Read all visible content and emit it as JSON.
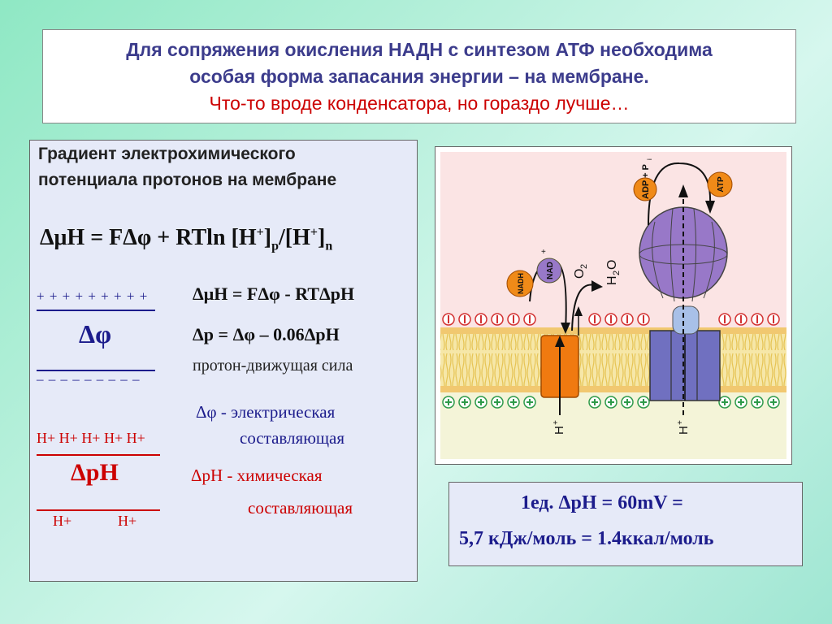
{
  "header": {
    "line1": "Для сопряжения окисления НАДН с синтезом АТФ необходима",
    "line2": "особая форма запасания энергии – на мембране.",
    "line3": "Что-то вроде конденсатора, но гораздо лучше…"
  },
  "left_panel": {
    "heading_line1": "Градиент электрохимического",
    "heading_line2": "потенциала протонов на мембране",
    "main_equation": {
      "part1": "ΔμH = FΔφ + RTln [H",
      "sup1": "+",
      "part2": "]",
      "sub1": "p",
      "part3": "/[H",
      "sup2": "+",
      "part4": "]",
      "sub2": "n"
    },
    "plus_charges": "+ + + + + + + + +",
    "minus_charges": "– – – – – – – – –",
    "delta_phi": "Δφ",
    "eq2": "ΔμH = FΔφ - RTΔpH",
    "eq3": "Δp = Δφ – 0.06ΔpH",
    "proton_force": "протон-движущая сила",
    "phi_desc_line1": "Δφ - электрическая",
    "phi_desc_line2": "составляющая",
    "h_plus_top": [
      "H+",
      "H+",
      "H+",
      "H+",
      "H+"
    ],
    "delta_ph": "ΔpH",
    "h_plus_bottom": [
      "H+",
      "H+"
    ],
    "ph_desc_line1": "ΔpH - химическая",
    "ph_desc_line2": "составляющая"
  },
  "diagram": {
    "labels": {
      "nadh": "NADH",
      "nad": "NAD",
      "o2": "O",
      "o2_sub": "2",
      "h2o": "H",
      "h2o_sub": "2",
      "h2o_o": "O",
      "adp": "ADP + P",
      "adp_sub": "i",
      "atp": "ATP",
      "h_plus_left": "H",
      "h_plus_right": "H",
      "plus_sign": "+"
    },
    "colors": {
      "top_bg": "#fbe4e4",
      "bottom_bg": "#f4f4d8",
      "membrane": "#f1d784",
      "complex_orange": "#f07a10",
      "synthase_purple": "#9878c8",
      "synthase_blue": "#7070c0",
      "neg_charge": "#d23030",
      "pos_charge": "#2e9a4a",
      "badge_orange": "#f08a18"
    }
  },
  "energy_box": {
    "line1": "1ед.  ΔpH  =  60mV  =",
    "line2": "5,7 кДж/моль = 1.4ккал/моль"
  }
}
